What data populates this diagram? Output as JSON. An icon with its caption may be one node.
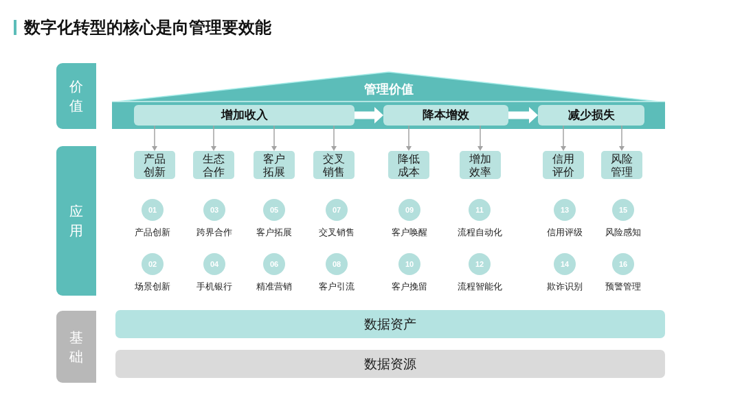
{
  "diagram": {
    "title": "数字化转型的核心是向管理要效能",
    "nodes": [
      {
        "text": [
          "价值"
        ]
      },
      {
        "text": [
          "管理价值"
        ]
      },
      {
        "text": [
          "增加收入"
        ],
        "in": 1
      },
      {
        "text": [
          "降本增效"
        ],
        "in": 1
      },
      {
        "text": [
          "减少损失"
        ],
        "in": 1
      },
      {
        "text": [
          "应用"
        ]
      },
      {
        "text": [
          "产品创新"
        ]
      },
      {
        "text": [
          "生态合作"
        ]
      },
      {
        "text": [
          "客户拓展"
        ]
      },
      {
        "text": [
          "交叉销售"
        ]
      },
      {
        "text": [
          "降低成本"
        ]
      },
      {
        "text": [
          "增加效率"
        ]
      },
      {
        "text": [
          "信用评价"
        ]
      },
      {
        "text": [
          "风险管理"
        ]
      },
      {
        "text": [
          "01"
        ],
        "beside": [
          "产品创新"
        ]
      },
      {
        "text": [
          "03"
        ],
        "beside": [
          "跨界合作"
        ]
      },
      {
        "text": [
          "05"
        ],
        "beside": [
          "客户拓展"
        ]
      },
      {
        "text": [
          "07"
        ],
        "beside": [
          "交叉销售"
        ]
      },
      {
        "text": [
          "09"
        ],
        "beside": [
          "客户唤醒"
        ]
      },
      {
        "text": [
          "11"
        ],
        "beside": [
          "流程自动化"
        ]
      },
      {
        "text": [
          "13"
        ],
        "beside": [
          "信用评级"
        ]
      },
      {
        "text": [
          "15"
        ],
        "beside": [
          "风险感知"
        ]
      },
      {
        "text": [
          "02"
        ],
        "beside": [
          "场景创新"
        ]
      },
      {
        "text": [
          "04"
        ],
        "beside": [
          "手机银行"
        ]
      },
      {
        "text": [
          "06"
        ],
        "beside": [
          "精准营销"
        ]
      },
      {
        "text": [
          "08"
        ],
        "beside": [
          "客户引流"
        ]
      },
      {
        "text": [
          "10"
        ],
        "beside": [
          "客户挽留"
        ]
      },
      {
        "text": [
          "12"
        ],
        "beside": [
          "流程智能化"
        ]
      },
      {
        "text": [
          "14"
        ],
        "beside": [
          "欺诈识别"
        ]
      },
      {
        "text": [
          "16"
        ],
        "beside": [
          "预警管理"
        ]
      },
      {
        "text": [
          "基础"
        ]
      },
      {
        "text": [
          "数据资产"
        ]
      },
      {
        "text": [
          "数据资源"
        ]
      }
    ],
    "edges": [
      {
        "from": 2,
        "to": 3,
        "arrow": "to",
        "style": "thick",
        "color": "#ffffff"
      },
      {
        "from": 3,
        "to": 4,
        "arrow": "to",
        "style": "thick",
        "color": "#ffffff"
      },
      {
        "from": 2,
        "to": 6,
        "arrow": "to"
      },
      {
        "from": 2,
        "to": 7,
        "arrow": "to"
      },
      {
        "from": 2,
        "to": 8,
        "arrow": "to"
      },
      {
        "from": 2,
        "to": 9,
        "arrow": "to"
      },
      {
        "from": 3,
        "to": 10,
        "arrow": "to"
      },
      {
        "from": 3,
        "to": 11,
        "arrow": "to"
      },
      {
        "from": 4,
        "to": 12,
        "arrow": "to"
      },
      {
        "from": 4,
        "to": 13,
        "arrow": "to"
      }
    ]
  }
}
